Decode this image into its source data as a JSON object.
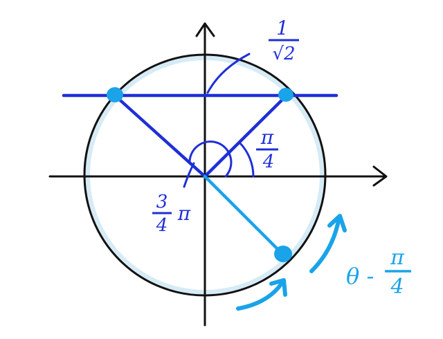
{
  "diagram": {
    "labels": {
      "inv_sqrt2_num": "1",
      "inv_sqrt2_den": "√2",
      "pi_over_4_num": "π",
      "pi_over_4_den": "4",
      "three_quarter_num": "3",
      "three_quarter_den": "4",
      "three_quarter_pi": "π",
      "theta_prefix": "θ -",
      "theta_num": "π",
      "theta_den": "4"
    },
    "colors": {
      "axis": "#111111",
      "blue": "#1f2fd6",
      "cyan": "#1aa3e8",
      "point": "#1aa3e8",
      "circle_shade": "#d6ebf5"
    },
    "icons": {
      "arrow_up": "up-arrow-icon",
      "arrow_right": "right-arrow-icon",
      "curved_arrow": "curved-arrow-icon"
    }
  }
}
